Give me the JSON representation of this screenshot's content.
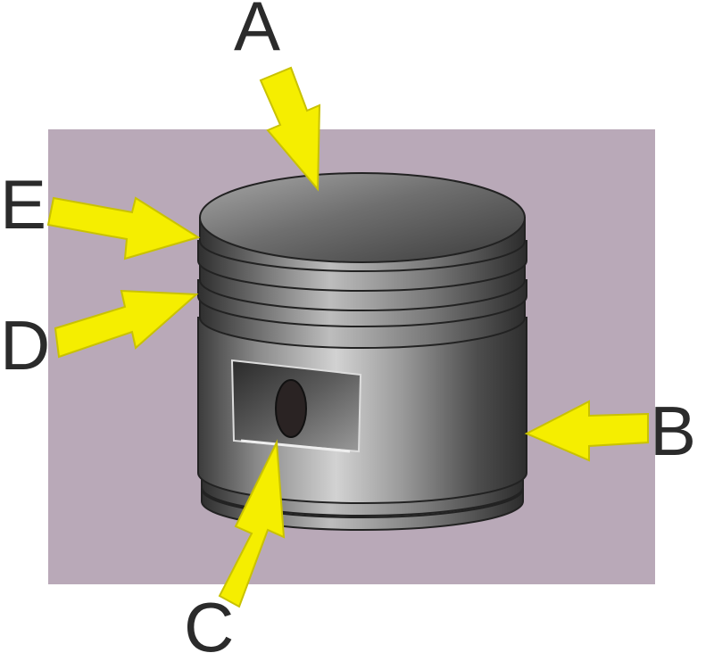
{
  "labels": {
    "A": "A",
    "B": "B",
    "C": "C",
    "D": "D",
    "E": "E"
  },
  "colors": {
    "background_panel": "#b9a9b8",
    "arrow_fill": "#f5ee00",
    "arrow_stroke": "#c9c200",
    "metal_dark": "#3a3a3a",
    "metal_light": "#c8c8c8",
    "label_text": "#2b2b2b"
  }
}
